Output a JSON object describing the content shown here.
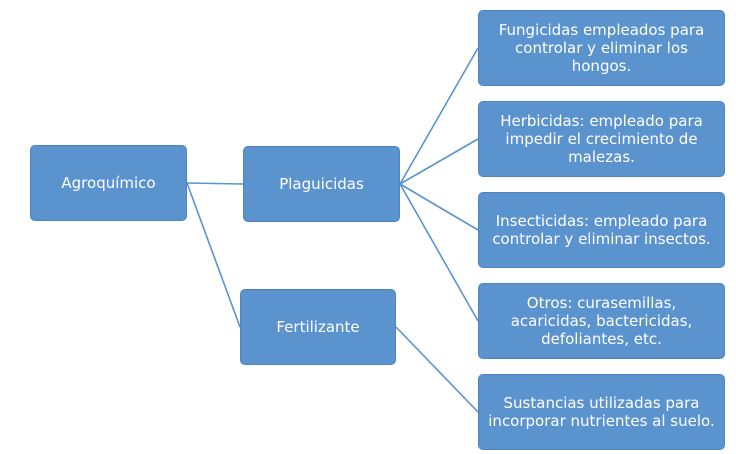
{
  "root": {
    "label": "Agroquímico"
  },
  "level1": [
    {
      "label": "Plaguicidas"
    },
    {
      "label": "Fertilizante"
    }
  ],
  "leaves": [
    {
      "label": "Fungicidas empleados para controlar y eliminar los hongos."
    },
    {
      "label": "Herbicidas: empleado para impedir el crecimiento de malezas."
    },
    {
      "label": "Insecticidas: empleado para controlar y eliminar insectos."
    },
    {
      "label": "Otros: curasemillas, acaricidas, bactericidas, defoliantes, etc."
    },
    {
      "label": "Sustancias utilizadas para incorporar nutrientes al suelo."
    }
  ],
  "colors": {
    "node_fill": "#5b93cf",
    "node_border": "#4f84bd",
    "connector": "#5b93cf",
    "text": "#ffffff"
  }
}
